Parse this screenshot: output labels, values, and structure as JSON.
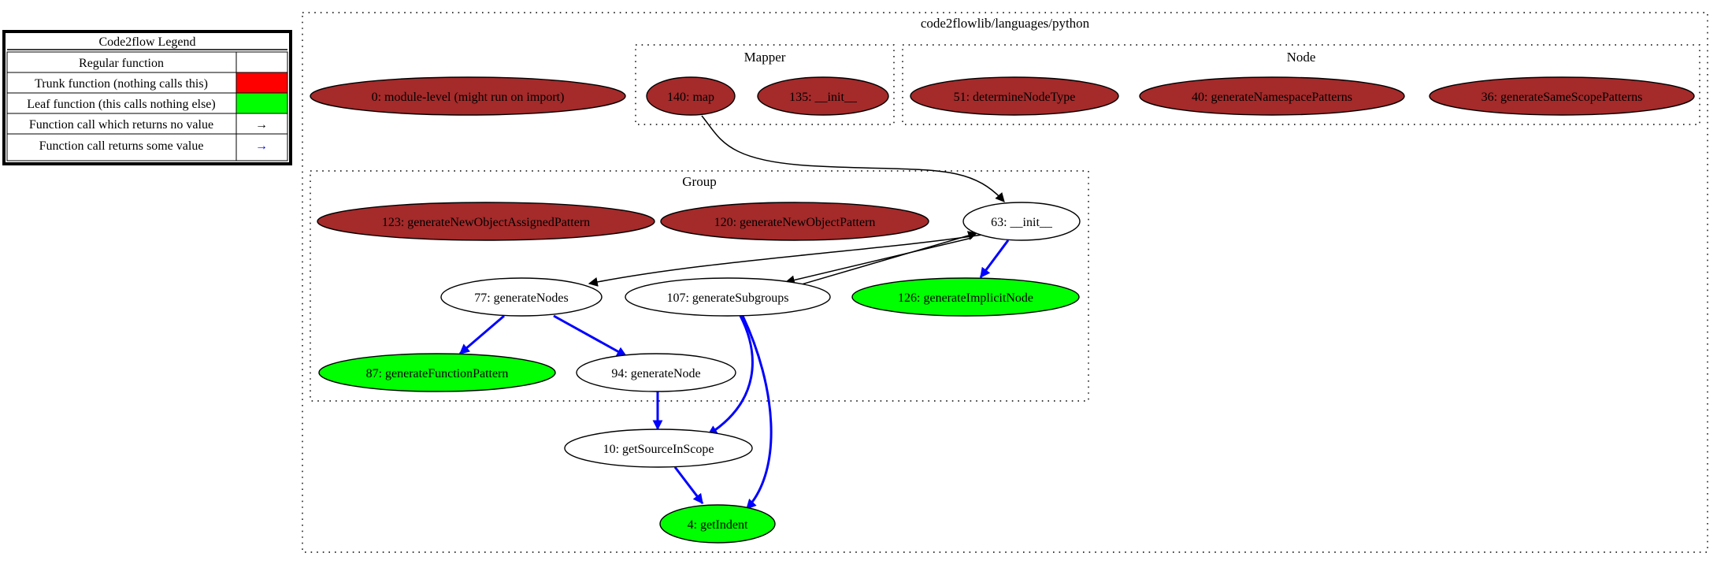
{
  "legend": {
    "title": "Code2flow Legend",
    "rows": [
      {
        "label": "Regular function",
        "swatch": "#ffffff"
      },
      {
        "label": "Trunk function (nothing calls this)",
        "swatch": "#ff0000"
      },
      {
        "label": "Leaf function (this calls nothing else)",
        "swatch": "#00ff00"
      },
      {
        "label": "Function call which returns no value",
        "arrow": "→",
        "arrow_color": "#000000"
      },
      {
        "label": "Function call returns some value",
        "arrow": "→",
        "arrow_color": "#0000ff"
      }
    ]
  },
  "clusters": {
    "root": "code2flowlib/languages/python",
    "mapper": "Mapper",
    "node": "Node",
    "group": "Group"
  },
  "nodes": {
    "module_level": "0: module-level (might run on import)",
    "map": "140: map",
    "mapper_init": "135: __init__",
    "determine_node_type": "51: determineNodeType",
    "generate_namespace_patterns": "40: generateNamespacePatterns",
    "generate_same_scope_patterns": "36: generateSameScopePatterns",
    "generate_new_object_assigned_pattern": "123: generateNewObjectAssignedPattern",
    "generate_new_object_pattern": "120: generateNewObjectPattern",
    "group_init": "63: __init__",
    "generate_nodes": "77: generateNodes",
    "generate_subgroups": "107: generateSubgroups",
    "generate_implicit_node": "126: generateImplicitNode",
    "generate_function_pattern": "87: generateFunctionPattern",
    "generate_node": "94: generateNode",
    "get_source_in_scope": "10: getSourceInScope",
    "get_indent": "4: getIndent"
  },
  "colors": {
    "regular": "#ffffff",
    "trunk": "#a52a2a",
    "leaf": "#00ff00",
    "call_no_value": "#000000",
    "call_returns_value": "#0000ff"
  }
}
